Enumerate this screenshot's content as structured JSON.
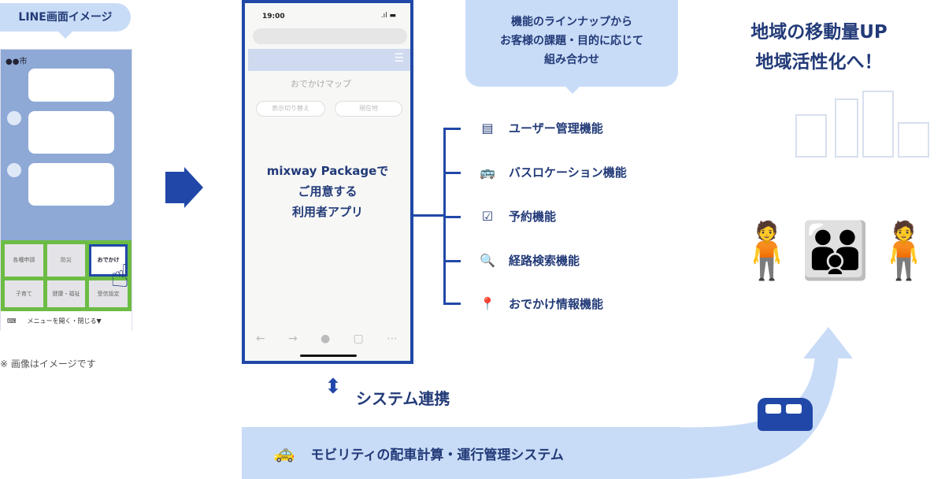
{
  "line_screen": {
    "label": "LINE画面イメージ",
    "account": "●●市",
    "menu_items": [
      "各種申請",
      "防災",
      "おでかけ",
      "子育て",
      "健康・福祉",
      "受信設定"
    ],
    "menu_toggle": "メニューを開く・閉じる▼",
    "note": "※ 画像はイメージです"
  },
  "app_phone": {
    "time": "19:00",
    "page_title": "おでかけマップ",
    "toggle_button": "表示切り替え",
    "location_button": "現在地",
    "caption_line1": "mixway Packageで",
    "caption_line2": "ご用意する",
    "caption_line3": "利用者アプリ"
  },
  "lineup_bubble": {
    "line1": "機能のラインナップから",
    "line2": "お客様の課題・目的に応じて",
    "line3": "組み合わせ"
  },
  "features": [
    {
      "icon": "id-card-icon",
      "label": "ユーザー管理機能"
    },
    {
      "icon": "bus-icon",
      "label": "バスロケーション機能"
    },
    {
      "icon": "checkbox-icon",
      "label": "予約機能"
    },
    {
      "icon": "search-icon",
      "label": "経路検索機能"
    },
    {
      "icon": "map-pin-icon",
      "label": "おでかけ情報機能"
    }
  ],
  "headline": {
    "line1": "地域の移動量UP",
    "line2": "地域活性化へ！"
  },
  "system_link": "システム連携",
  "mobility_system": "モビリティの配車計算・運行管理システム",
  "colors": {
    "navy": "#2148a8",
    "text": "#223a78",
    "light_blue": "#c9dcf7",
    "line_green": "#6cbc44"
  }
}
